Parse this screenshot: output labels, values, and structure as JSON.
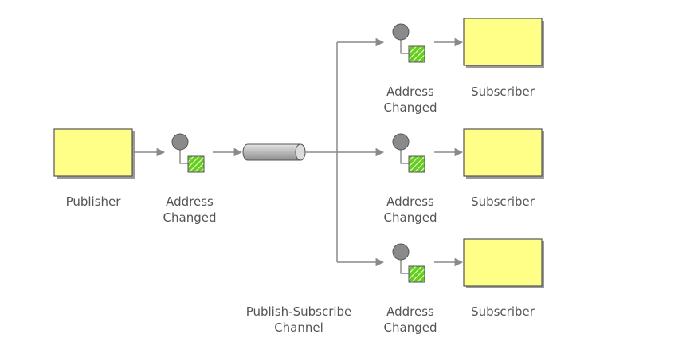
{
  "publisher": {
    "label": "Publisher"
  },
  "publisher_message": {
    "label_line1": "Address",
    "label_line2": "Changed"
  },
  "channel": {
    "label_line1": "Publish-Subscribe",
    "label_line2": "Channel"
  },
  "subscribers": [
    {
      "label": "Subscriber",
      "message_line1": "Address",
      "message_line2": "Changed"
    },
    {
      "label": "Subscriber",
      "message_line1": "Address",
      "message_line2": "Changed"
    },
    {
      "label": "Subscriber",
      "message_line1": "Address",
      "message_line2": "Changed"
    }
  ],
  "colors": {
    "component_fill": "#ffff88",
    "component_shadow": "#9a9a9a",
    "message_green": "#66cc22",
    "message_circle": "#8a8a8a",
    "connector": "#8a8a8a",
    "label_text": "#555555"
  },
  "icons": {
    "message": "address-changed-message-icon",
    "channel": "pipe-icon"
  }
}
